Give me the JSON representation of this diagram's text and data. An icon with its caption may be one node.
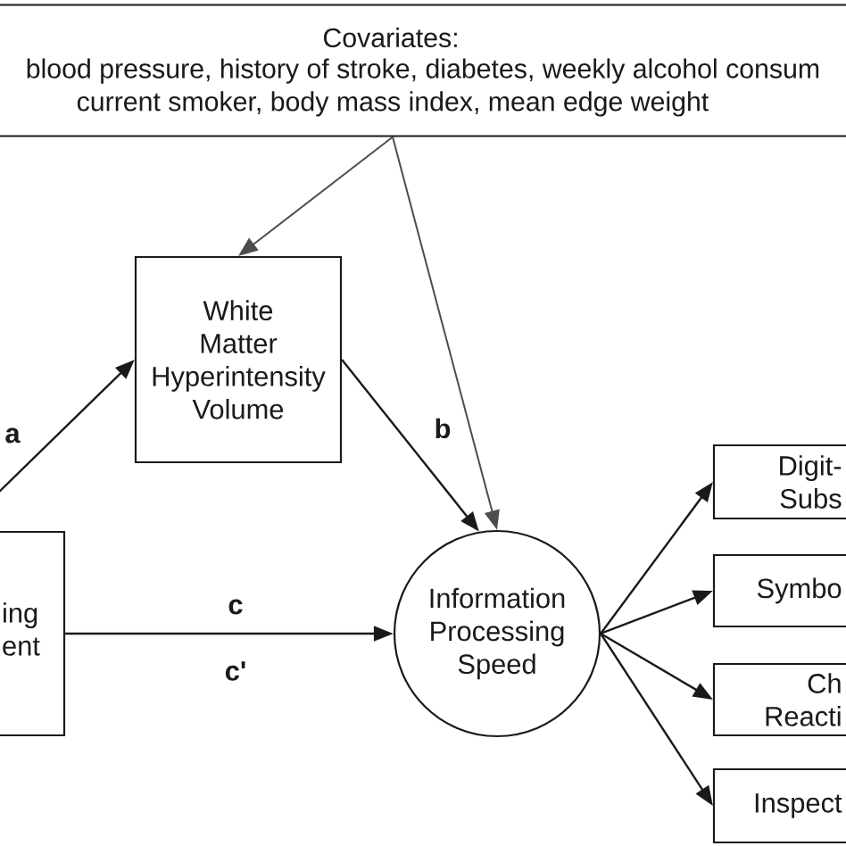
{
  "diagram": {
    "nodes": [
      {
        "text": [
          "Covariates:",
          "blood pressure, history of stroke, diabetes, weekly alcohol consum current smoker, body mass index, mean edge weight"
        ]
      },
      {
        "text": [
          "White Matter Hyperintensity Volume"
        ]
      },
      {
        "text": [
          "ing ent"
        ]
      },
      {
        "text": [
          "Information Processing Speed"
        ]
      },
      {
        "text": [
          "Digit- Subs"
        ]
      },
      {
        "text": [
          "Symbo"
        ]
      },
      {
        "text": [
          "Ch Reacti"
        ]
      },
      {
        "text": [
          "Inspect"
        ]
      }
    ],
    "edges": [
      {
        "from": 0,
        "to": 1,
        "arrow": "to",
        "color": "#4d4d4d"
      },
      {
        "from": 0,
        "to": 3,
        "arrow": "to",
        "color": "#4d4d4d"
      },
      {
        "from": 2,
        "to": 1,
        "arrow": "to",
        "label": "a"
      },
      {
        "from": 1,
        "to": 3,
        "arrow": "to",
        "label": "b"
      },
      {
        "from": 2,
        "to": 3,
        "arrow": "to",
        "label": "c"
      },
      {
        "from": 3,
        "to": 4,
        "arrow": "to"
      },
      {
        "from": 3,
        "to": 5,
        "arrow": "to"
      },
      {
        "from": 3,
        "to": 6,
        "arrow": "to"
      },
      {
        "from": 3,
        "to": 7,
        "arrow": "to"
      }
    ],
    "labels": [
      "c'"
    ]
  }
}
